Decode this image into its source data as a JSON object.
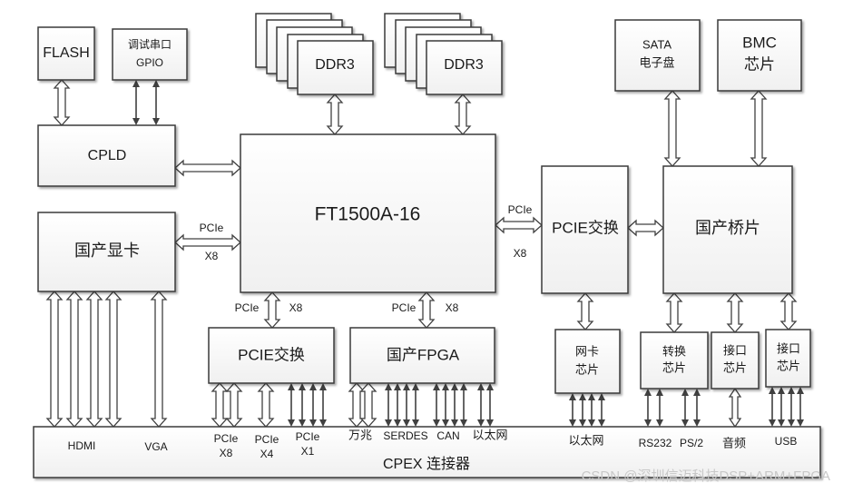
{
  "blocks": {
    "flash": "FLASH",
    "debug_l1": "调试串口",
    "debug_l2": "GPIO",
    "ddr_left": "DDR3",
    "ddr_right": "DDR3",
    "sata_l1": "SATA",
    "sata_l2": "电子盘",
    "bmc_l1": "BMC",
    "bmc_l2": "芯片",
    "cpld": "CPLD",
    "cpu": "FT1500A-16",
    "gpu": "国产显卡",
    "pcie_switch_right": "PCIE交换",
    "bridge": "国产桥片",
    "pcie_switch_bottom": "PCIE交换",
    "fpga": "国产FPGA",
    "nic_l1": "网卡",
    "nic_l2": "芯片",
    "conv_l1": "转换",
    "conv_l2": "芯片",
    "if1_l1": "接口",
    "if1_l2": "芯片",
    "if2_l1": "接口",
    "if2_l2": "芯片",
    "cpex": "CPEX  连接器"
  },
  "link_labels": {
    "gpu_pcie": "PCIe",
    "gpu_x8": "X8",
    "sw_pcie": "PCIe",
    "sw_x8": "X8",
    "bsw_pcie": "PCIe",
    "bsw_x8": "X8",
    "fpga_pcie": "PCIe",
    "fpga_x8": "X8"
  },
  "connector_labels": {
    "hdmi": "HDMI",
    "vga": "VGA",
    "pcie_x8_1": "PCIe",
    "pcie_x8_2": "X8",
    "pcie_x4_1": "PCIe",
    "pcie_x4_2": "X4",
    "pcie_x1_1": "PCIe",
    "pcie_x1_2": "X1",
    "wanzhao": "万兆",
    "serdes": "SERDES",
    "can": "CAN",
    "eth_fpga": "以太网",
    "eth_nic": "以太网",
    "rs232": "RS232",
    "ps2": "PS/2",
    "audio": "音频",
    "usb": "USB"
  },
  "watermark": "CSDN @深圳信迈科技DSP+ARM+FPGA"
}
